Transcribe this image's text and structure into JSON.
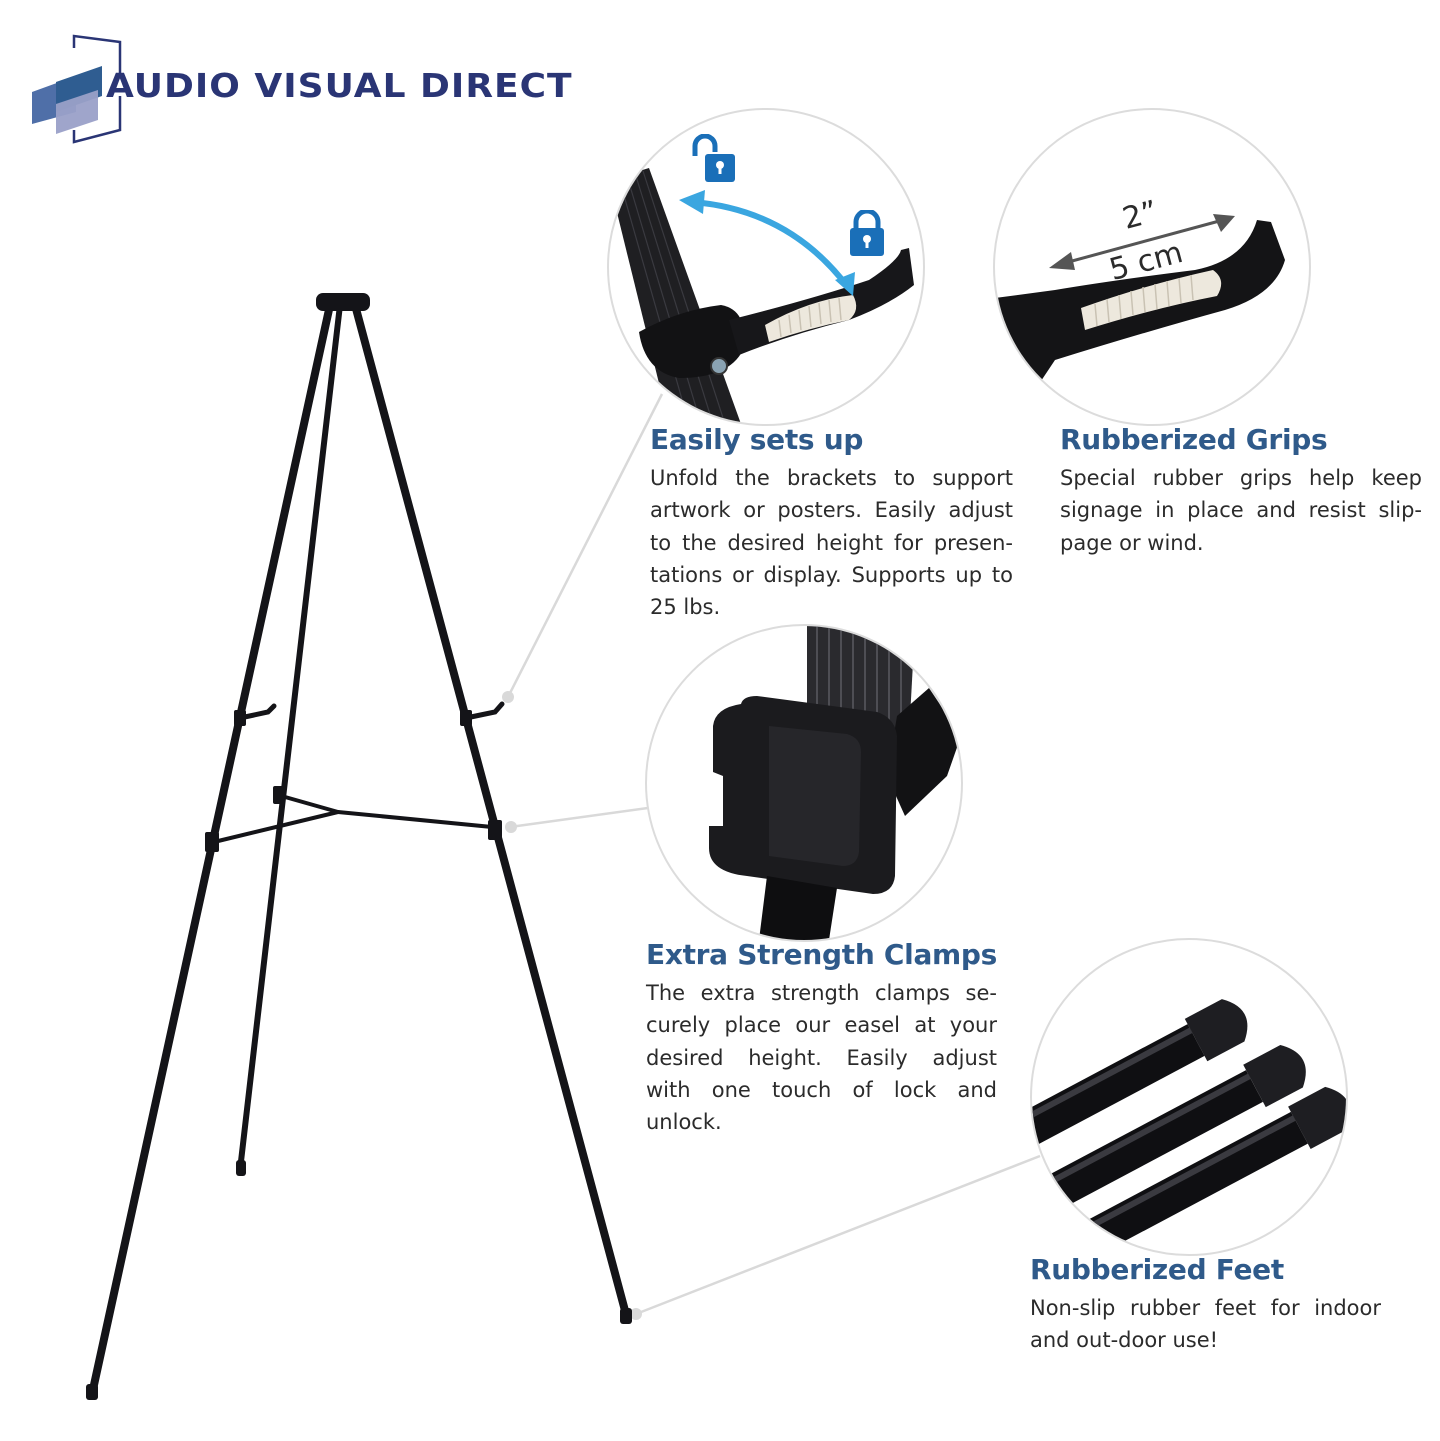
{
  "brand": {
    "name": "AUDIO VISUAL DIRECT",
    "colors": {
      "primary": "#2a3575",
      "block_dark": "#2f5d91",
      "block_light": "#9aa0c8"
    }
  },
  "colors": {
    "heading": "#2f5a8a",
    "body_text": "#2b2b2b",
    "circle_border": "#dcdcdc",
    "connector": "#d9d9d9",
    "lock_icon": "#1a6fb8",
    "arrow": "#3aa6e0",
    "dimension_arrow": "#555555"
  },
  "features": [
    {
      "id": "easily-sets-up",
      "title": "Easily sets up",
      "lines": [
        "Unfold the brackets to support",
        "artwork or posters. Easily adjust",
        "to the desired height for presen-",
        "tations or display. Supports up to",
        "25 lbs."
      ],
      "icons": [
        "unlock-icon",
        "lock-icon",
        "curved-double-arrow-icon"
      ]
    },
    {
      "id": "rubberized-grips",
      "title": "Rubberized Grips",
      "lines": [
        "Special rubber grips help keep",
        "signage in place and resist slip-",
        "page or wind."
      ],
      "dimension": {
        "imperial": "2”",
        "metric": "5 cm"
      }
    },
    {
      "id": "extra-strength-clamps",
      "title": "Extra Strength Clamps",
      "lines": [
        "The extra strength clamps se-",
        "curely place our easel at your",
        "desired height. Easily adjust",
        "with one touch of lock and",
        "unlock."
      ]
    },
    {
      "id": "rubberized-feet",
      "title": "Rubberized Feet",
      "lines": [
        "Non-slip rubber feet for indoor",
        "and out-door use!"
      ]
    }
  ]
}
